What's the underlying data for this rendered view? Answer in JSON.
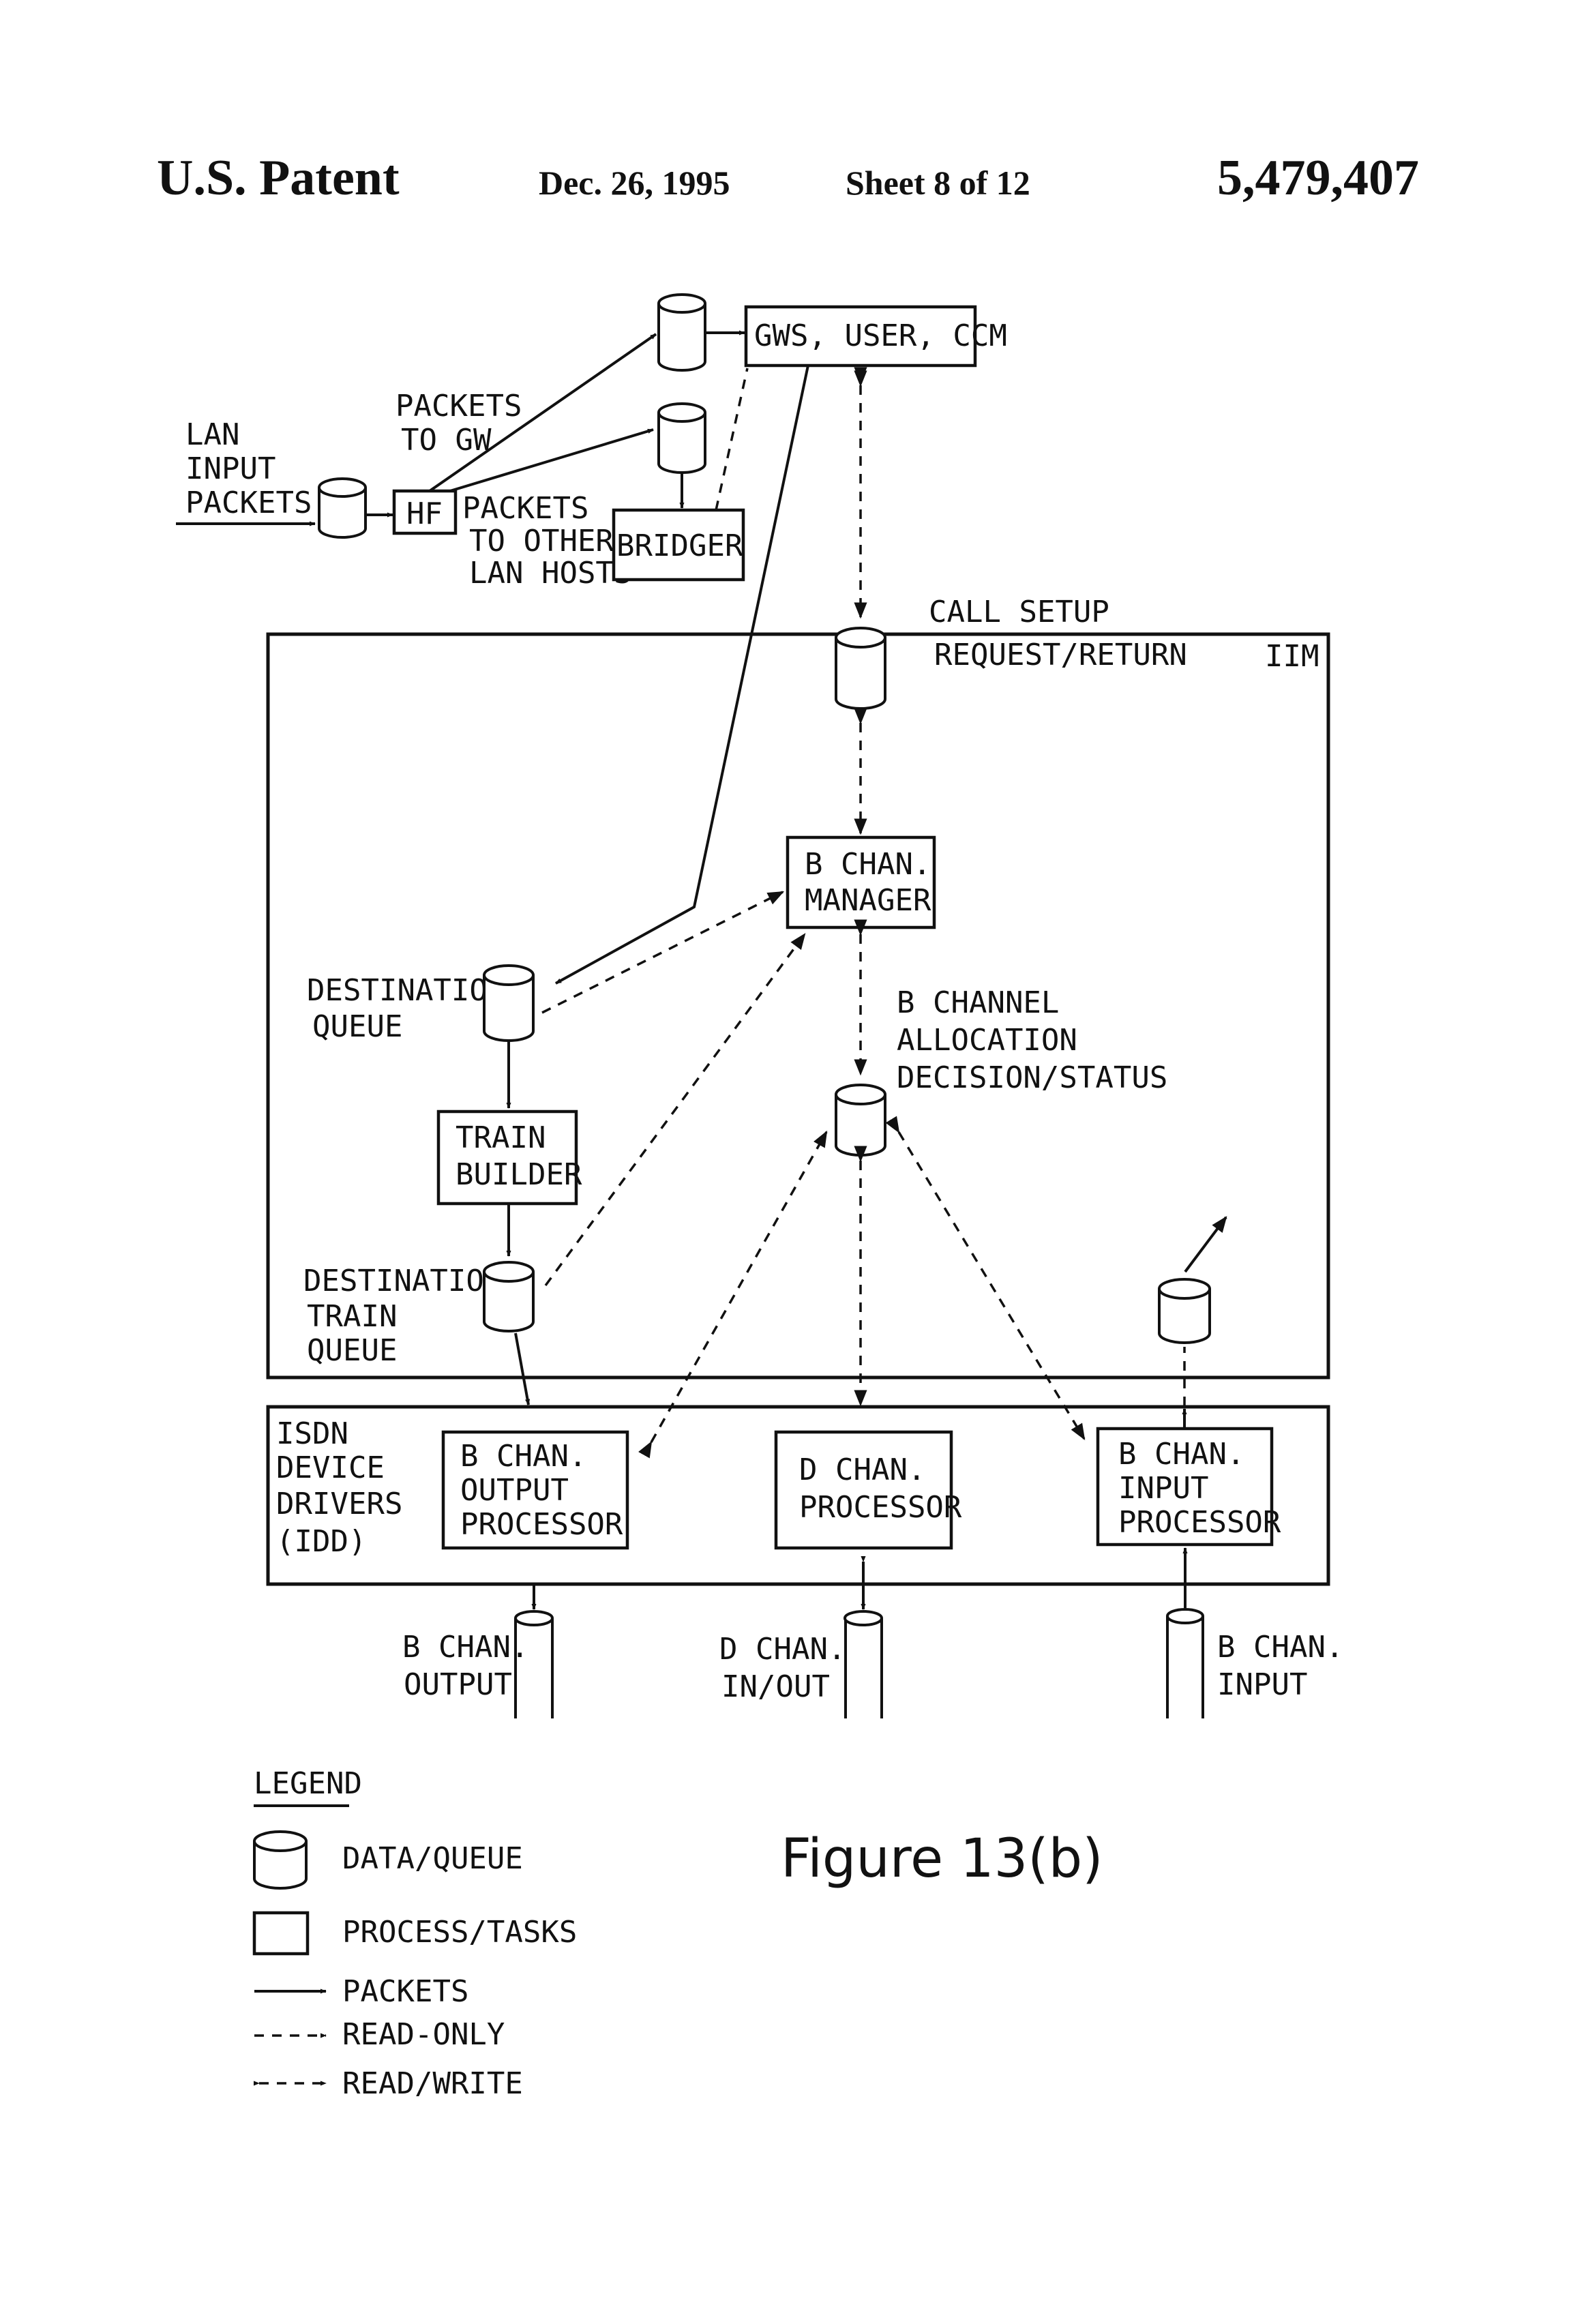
{
  "header": {
    "left": "U.S. Patent",
    "date": "Dec. 26, 1995",
    "sheet": "Sheet 8 of 12",
    "number": "5,479,407"
  },
  "labels": {
    "lan_input": [
      "LAN",
      "INPUT",
      "PACKETS"
    ],
    "packets_to_gw": [
      "PACKETS",
      "TO GW"
    ],
    "packets_to_other": [
      "PACKETS",
      "TO OTHER",
      "LAN HOSTS"
    ],
    "hf": "HF",
    "bridger": "BRIDGER",
    "gws_user_ccm": "GWS, USER, CCM",
    "call_setup": [
      "CALL SETUP",
      "REQUEST/RETURN"
    ],
    "iim": "IIM",
    "b_chan_manager": [
      "B CHAN.",
      "MANAGER"
    ],
    "destination_queue": [
      "DESTINATION",
      "QUEUE"
    ],
    "b_channel_allocation": [
      "B CHANNEL",
      "ALLOCATION",
      "DECISION/STATUS"
    ],
    "train_builder": [
      "TRAIN",
      "BUILDER"
    ],
    "destination_train_queue": [
      "DESTINATION",
      "TRAIN",
      "QUEUE"
    ],
    "isdn_device_drivers": [
      "ISDN",
      "DEVICE",
      "DRIVERS",
      "(IDD)"
    ],
    "b_chan_output_processor": [
      "B CHAN.",
      "OUTPUT",
      "PROCESSOR"
    ],
    "d_chan_processor": [
      "D CHAN.",
      "PROCESSOR"
    ],
    "b_chan_input_processor": [
      "B CHAN.",
      "INPUT",
      "PROCESSOR"
    ],
    "b_chan_output": [
      "B CHAN.",
      "OUTPUT"
    ],
    "d_chan_in_out": [
      "D CHAN.",
      "IN/OUT"
    ],
    "b_chan_input": [
      "B CHAN.",
      "INPUT"
    ]
  },
  "legend": {
    "title": "LEGEND",
    "data_queue": "DATA/QUEUE",
    "process_tasks": "PROCESS/TASKS",
    "packets": "PACKETS",
    "read_only": "READ-ONLY",
    "read_write": "READ/WRITE"
  },
  "figure_caption": "Figure 13(b)"
}
